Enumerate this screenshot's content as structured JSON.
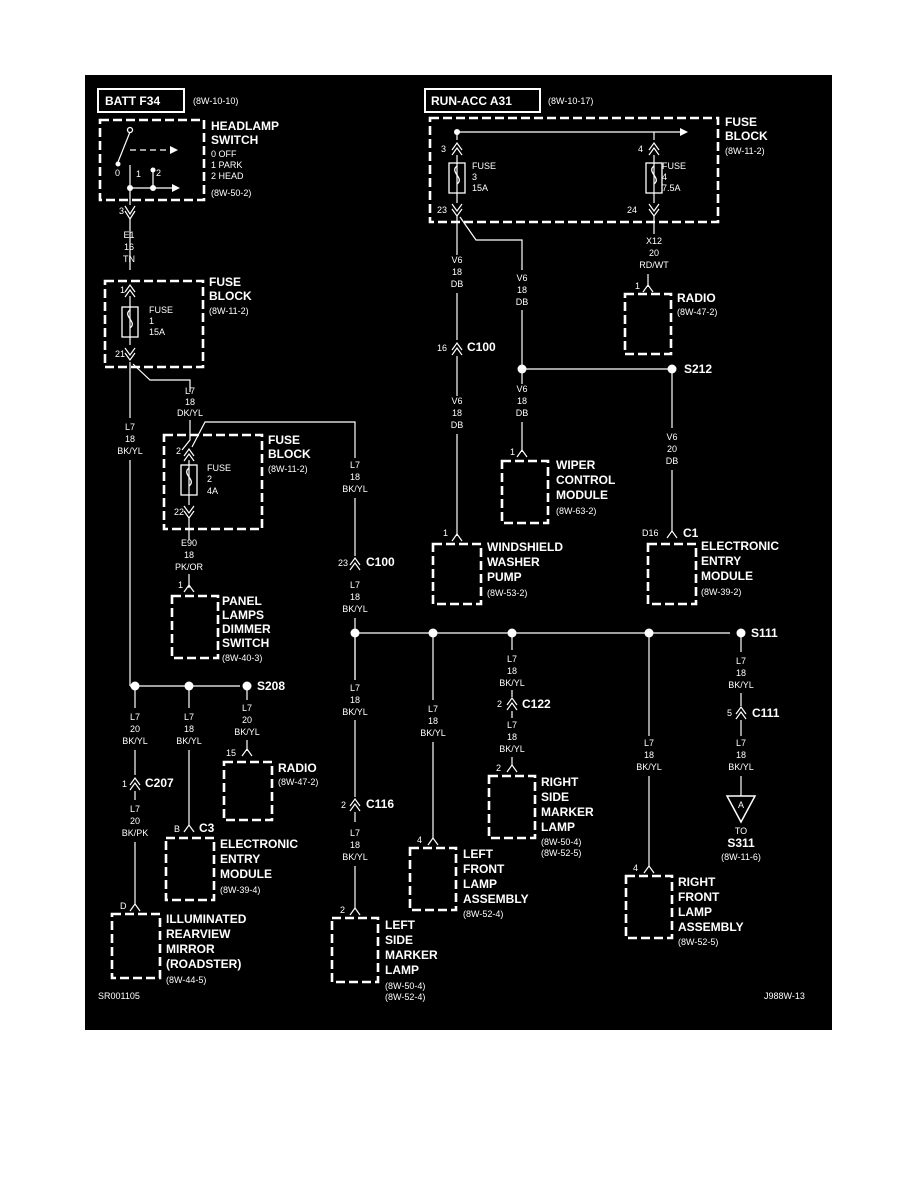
{
  "sources": {
    "batt": {
      "label": "BATT F34",
      "ref": "(8W-10-10)"
    },
    "run_acc": {
      "label": "RUN-ACC A31",
      "ref": "(8W-10-17)"
    }
  },
  "headlamp_switch": {
    "name": [
      "HEADLAMP",
      "SWITCH"
    ],
    "positions": [
      "0 OFF",
      "1 PARK",
      "2 HEAD"
    ],
    "ref": "(8W-50-2)",
    "pos_digits": [
      "0",
      "1",
      "2"
    ],
    "pin": "3"
  },
  "fuse_block_top": {
    "name": [
      "FUSE",
      "BLOCK"
    ],
    "ref": "(8W-11-2)"
  },
  "fuse3": {
    "text": [
      "FUSE",
      "3",
      "15A"
    ],
    "pin_in": "3",
    "pin_out": "23"
  },
  "fuse4": {
    "text": [
      "FUSE",
      "4",
      "7.5A"
    ],
    "pin_in": "4",
    "pin_out": "24"
  },
  "fuse_block_1": {
    "name": [
      "FUSE",
      "BLOCK"
    ],
    "ref": "(8W-11-2)",
    "text": [
      "FUSE",
      "1",
      "15A"
    ],
    "pin_in": "1",
    "pin_out": "21"
  },
  "fuse_block_2": {
    "name": [
      "FUSE",
      "BLOCK"
    ],
    "ref": "(8W-11-2)",
    "text": [
      "FUSE",
      "2",
      "4A"
    ],
    "pin_in": "2",
    "pin_out": "22"
  },
  "wires": {
    "e1": [
      "E1",
      "16",
      "TN"
    ],
    "l7_top": [
      "L7",
      "18",
      "DK/YL"
    ],
    "l7_left": [
      "L7",
      "18",
      "BK/YL"
    ],
    "l7_right": [
      "L7",
      "18",
      "BK/YL"
    ],
    "e90": [
      "E90",
      "18",
      "PK/OR"
    ],
    "l7_c100": [
      "L7",
      "18",
      "BK/YL"
    ],
    "v6_a": [
      "V6",
      "18",
      "DB"
    ],
    "v6_b": [
      "V6",
      "18",
      "DB"
    ],
    "v6_c": [
      "V6",
      "18",
      "DB"
    ],
    "v6_d": [
      "V6",
      "18",
      "DB"
    ],
    "v6_e": [
      "V6",
      "20",
      "DB"
    ],
    "x12": [
      "X12",
      "20",
      "RD/WT"
    ],
    "l7_s208_a": [
      "L7",
      "20",
      "BK/YL"
    ],
    "l7_s208_b": [
      "L7",
      "18",
      "BK/YL"
    ],
    "l7_s208_c": [
      "L7",
      "20",
      "BK/YL"
    ],
    "l7_c207": [
      "L7",
      "20",
      "BK/PK"
    ],
    "l7_lsml_a": [
      "L7",
      "18",
      "BK/YL"
    ],
    "l7_lsml_b": [
      "L7",
      "18",
      "BK/YL"
    ],
    "l7_lfla": [
      "L7",
      "18",
      "BK/YL"
    ],
    "l7_rsml_a": [
      "L7",
      "18",
      "BK/YL"
    ],
    "l7_rsml_b": [
      "L7",
      "18",
      "BK/YL"
    ],
    "l7_rfla": [
      "L7",
      "18",
      "BK/YL"
    ],
    "l7_s111_a": [
      "L7",
      "18",
      "BK/YL"
    ],
    "l7_s111_b": [
      "L7",
      "18",
      "BK/YL"
    ]
  },
  "connectors": {
    "c100_a": {
      "name": "C100",
      "pin": "16"
    },
    "c100_b": {
      "name": "C100",
      "pin": "23"
    },
    "c207": {
      "name": "C207",
      "pin": "1"
    },
    "c116": {
      "name": "C116",
      "pin": "2"
    },
    "c122": {
      "name": "C122",
      "pin": "2"
    },
    "c111": {
      "name": "C111",
      "pin": "5"
    },
    "c3": {
      "name": "C3",
      "pin": "B"
    },
    "c1": {
      "name": "C1",
      "pin": "D16"
    }
  },
  "splices": {
    "s212": "S212",
    "s208": "S208",
    "s111": "S111"
  },
  "components": {
    "radio_top": {
      "name": [
        "RADIO"
      ],
      "ref": "(8W-47-2)",
      "pin": "1"
    },
    "wiper": {
      "name": [
        "WIPER",
        "CONTROL",
        "MODULE"
      ],
      "ref": "(8W-63-2)",
      "pin": "1"
    },
    "washer": {
      "name": [
        "WINDSHIELD",
        "WASHER",
        "PUMP"
      ],
      "ref": "(8W-53-2)",
      "pin": "1"
    },
    "eem_right": {
      "name": [
        "ELECTRONIC",
        "ENTRY",
        "MODULE"
      ],
      "ref": "(8W-39-2)"
    },
    "panel": {
      "name": [
        "PANEL",
        "LAMPS",
        "DIMMER",
        "SWITCH"
      ],
      "ref": "(8W-40-3)",
      "pin": "1"
    },
    "radio_low": {
      "name": [
        "RADIO"
      ],
      "ref": "(8W-47-2)",
      "pin": "15"
    },
    "eem_left": {
      "name": [
        "ELECTRONIC",
        "ENTRY",
        "MODULE"
      ],
      "ref": "(8W-39-4)"
    },
    "mirror": {
      "name": [
        "ILLUMINATED",
        "REARVIEW",
        "MIRROR",
        "(ROADSTER)"
      ],
      "ref": "(8W-44-5)",
      "pin": "D"
    },
    "lsml": {
      "name": [
        "LEFT",
        "SIDE",
        "MARKER",
        "LAMP"
      ],
      "ref": [
        "(8W-50-4)",
        "(8W-52-4)"
      ],
      "pin": "2"
    },
    "lfla": {
      "name": [
        "LEFT",
        "FRONT",
        "LAMP",
        "ASSEMBLY"
      ],
      "ref": "(8W-52-4)",
      "pin": "4"
    },
    "rsml": {
      "name": [
        "RIGHT",
        "SIDE",
        "MARKER",
        "LAMP"
      ],
      "ref": [
        "(8W-50-4)",
        "(8W-52-5)"
      ],
      "pin": "2"
    },
    "rfla": {
      "name": [
        "RIGHT",
        "FRONT",
        "LAMP",
        "ASSEMBLY"
      ],
      "ref": "(8W-52-5)",
      "pin": "4"
    }
  },
  "offpage": {
    "symbol": "A",
    "to": "TO",
    "name": "S311",
    "ref": "(8W-11-6)"
  },
  "footer": {
    "left": "SR001105",
    "right": "J988W-13"
  }
}
